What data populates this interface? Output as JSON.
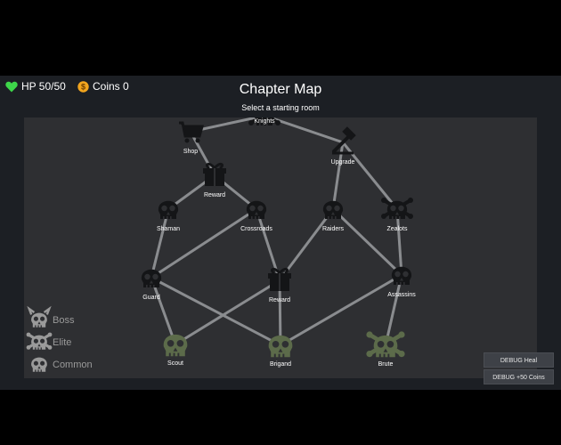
{
  "hud": {
    "hp_text": "HP 50/50",
    "coins_text": "Coins 0"
  },
  "title": "Chapter Map",
  "subtitle": "Select a starting room",
  "legend": [
    {
      "label": "Boss",
      "icon": "boss-skull-icon"
    },
    {
      "label": "Elite",
      "icon": "elite-skull-icon"
    },
    {
      "label": "Common",
      "icon": "skull-icon"
    }
  ],
  "nodes": [
    {
      "id": "knights",
      "label": "Knights",
      "kind": "elite",
      "available": false
    },
    {
      "id": "shop",
      "label": "Shop",
      "kind": "shop",
      "available": false
    },
    {
      "id": "upgrade",
      "label": "Upgrade",
      "kind": "upgrade",
      "available": false
    },
    {
      "id": "reward1",
      "label": "Reward",
      "kind": "reward",
      "available": false
    },
    {
      "id": "shaman",
      "label": "Shaman",
      "kind": "common",
      "available": false
    },
    {
      "id": "crossroads",
      "label": "Crossroads",
      "kind": "common",
      "available": false
    },
    {
      "id": "raiders",
      "label": "Raiders",
      "kind": "common",
      "available": false
    },
    {
      "id": "zealots",
      "label": "Zealots",
      "kind": "elite",
      "available": false
    },
    {
      "id": "guard",
      "label": "Guard",
      "kind": "common",
      "available": false
    },
    {
      "id": "reward2",
      "label": "Reward",
      "kind": "reward",
      "available": false
    },
    {
      "id": "assassins",
      "label": "Assassins",
      "kind": "common",
      "available": false
    },
    {
      "id": "scout",
      "label": "Scout",
      "kind": "common",
      "available": true
    },
    {
      "id": "brigand",
      "label": "Brigand",
      "kind": "common",
      "available": true
    },
    {
      "id": "brute",
      "label": "Brute",
      "kind": "elite",
      "available": true
    }
  ],
  "edges": [
    [
      "knights",
      "shop"
    ],
    [
      "knights",
      "upgrade"
    ],
    [
      "shop",
      "reward1"
    ],
    [
      "reward1",
      "shaman"
    ],
    [
      "reward1",
      "crossroads"
    ],
    [
      "upgrade",
      "raiders"
    ],
    [
      "upgrade",
      "zealots"
    ],
    [
      "shaman",
      "guard"
    ],
    [
      "crossroads",
      "guard"
    ],
    [
      "crossroads",
      "reward2"
    ],
    [
      "raiders",
      "reward2"
    ],
    [
      "raiders",
      "assassins"
    ],
    [
      "zealots",
      "assassins"
    ],
    [
      "guard",
      "scout"
    ],
    [
      "guard",
      "brigand"
    ],
    [
      "reward2",
      "scout"
    ],
    [
      "reward2",
      "brigand"
    ],
    [
      "assassins",
      "brigand"
    ],
    [
      "assassins",
      "brute"
    ]
  ],
  "debug": {
    "heal_label": "DEBUG Heal",
    "coins_label": "DEBUG +50 Coins"
  },
  "colors": {
    "locked": "#141517",
    "available": "#5c6b4a",
    "edge": "#8a8c8f",
    "legend_icon": "#9a9a9a",
    "legend_text": "#9a9a9a"
  }
}
